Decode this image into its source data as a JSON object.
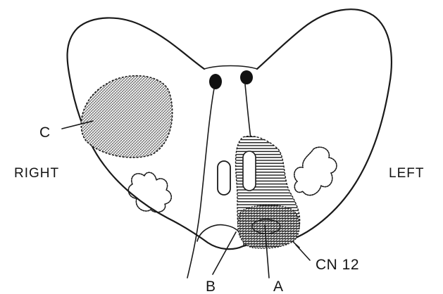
{
  "labels": {
    "right": "RIGHT",
    "left": "LEFT",
    "c": "C",
    "b": "B",
    "a": "A",
    "cn12": "CN 12"
  }
}
